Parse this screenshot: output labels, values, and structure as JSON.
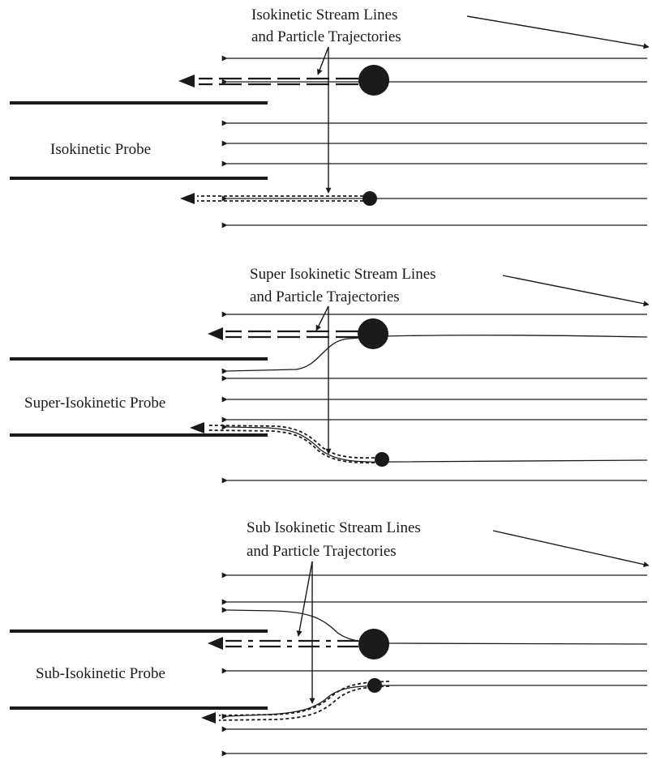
{
  "panels": [
    {
      "id": "isokinetic",
      "annotation_line1": "Isokinetic Stream Lines",
      "annotation_line2": "and Particle Trajectories",
      "probe_label": "Isokinetic Probe"
    },
    {
      "id": "super",
      "annotation_line1": "Super Isokinetic Stream Lines",
      "annotation_line2": "and Particle Trajectories",
      "probe_label": "Super-Isokinetic Probe"
    },
    {
      "id": "sub",
      "annotation_line1": "Sub Isokinetic Stream Lines",
      "annotation_line2": "and Particle Trajectories",
      "probe_label": "Sub-Isokinetic Probe"
    }
  ],
  "colors": {
    "ink": "#1a1a1a",
    "background": "#ffffff"
  }
}
